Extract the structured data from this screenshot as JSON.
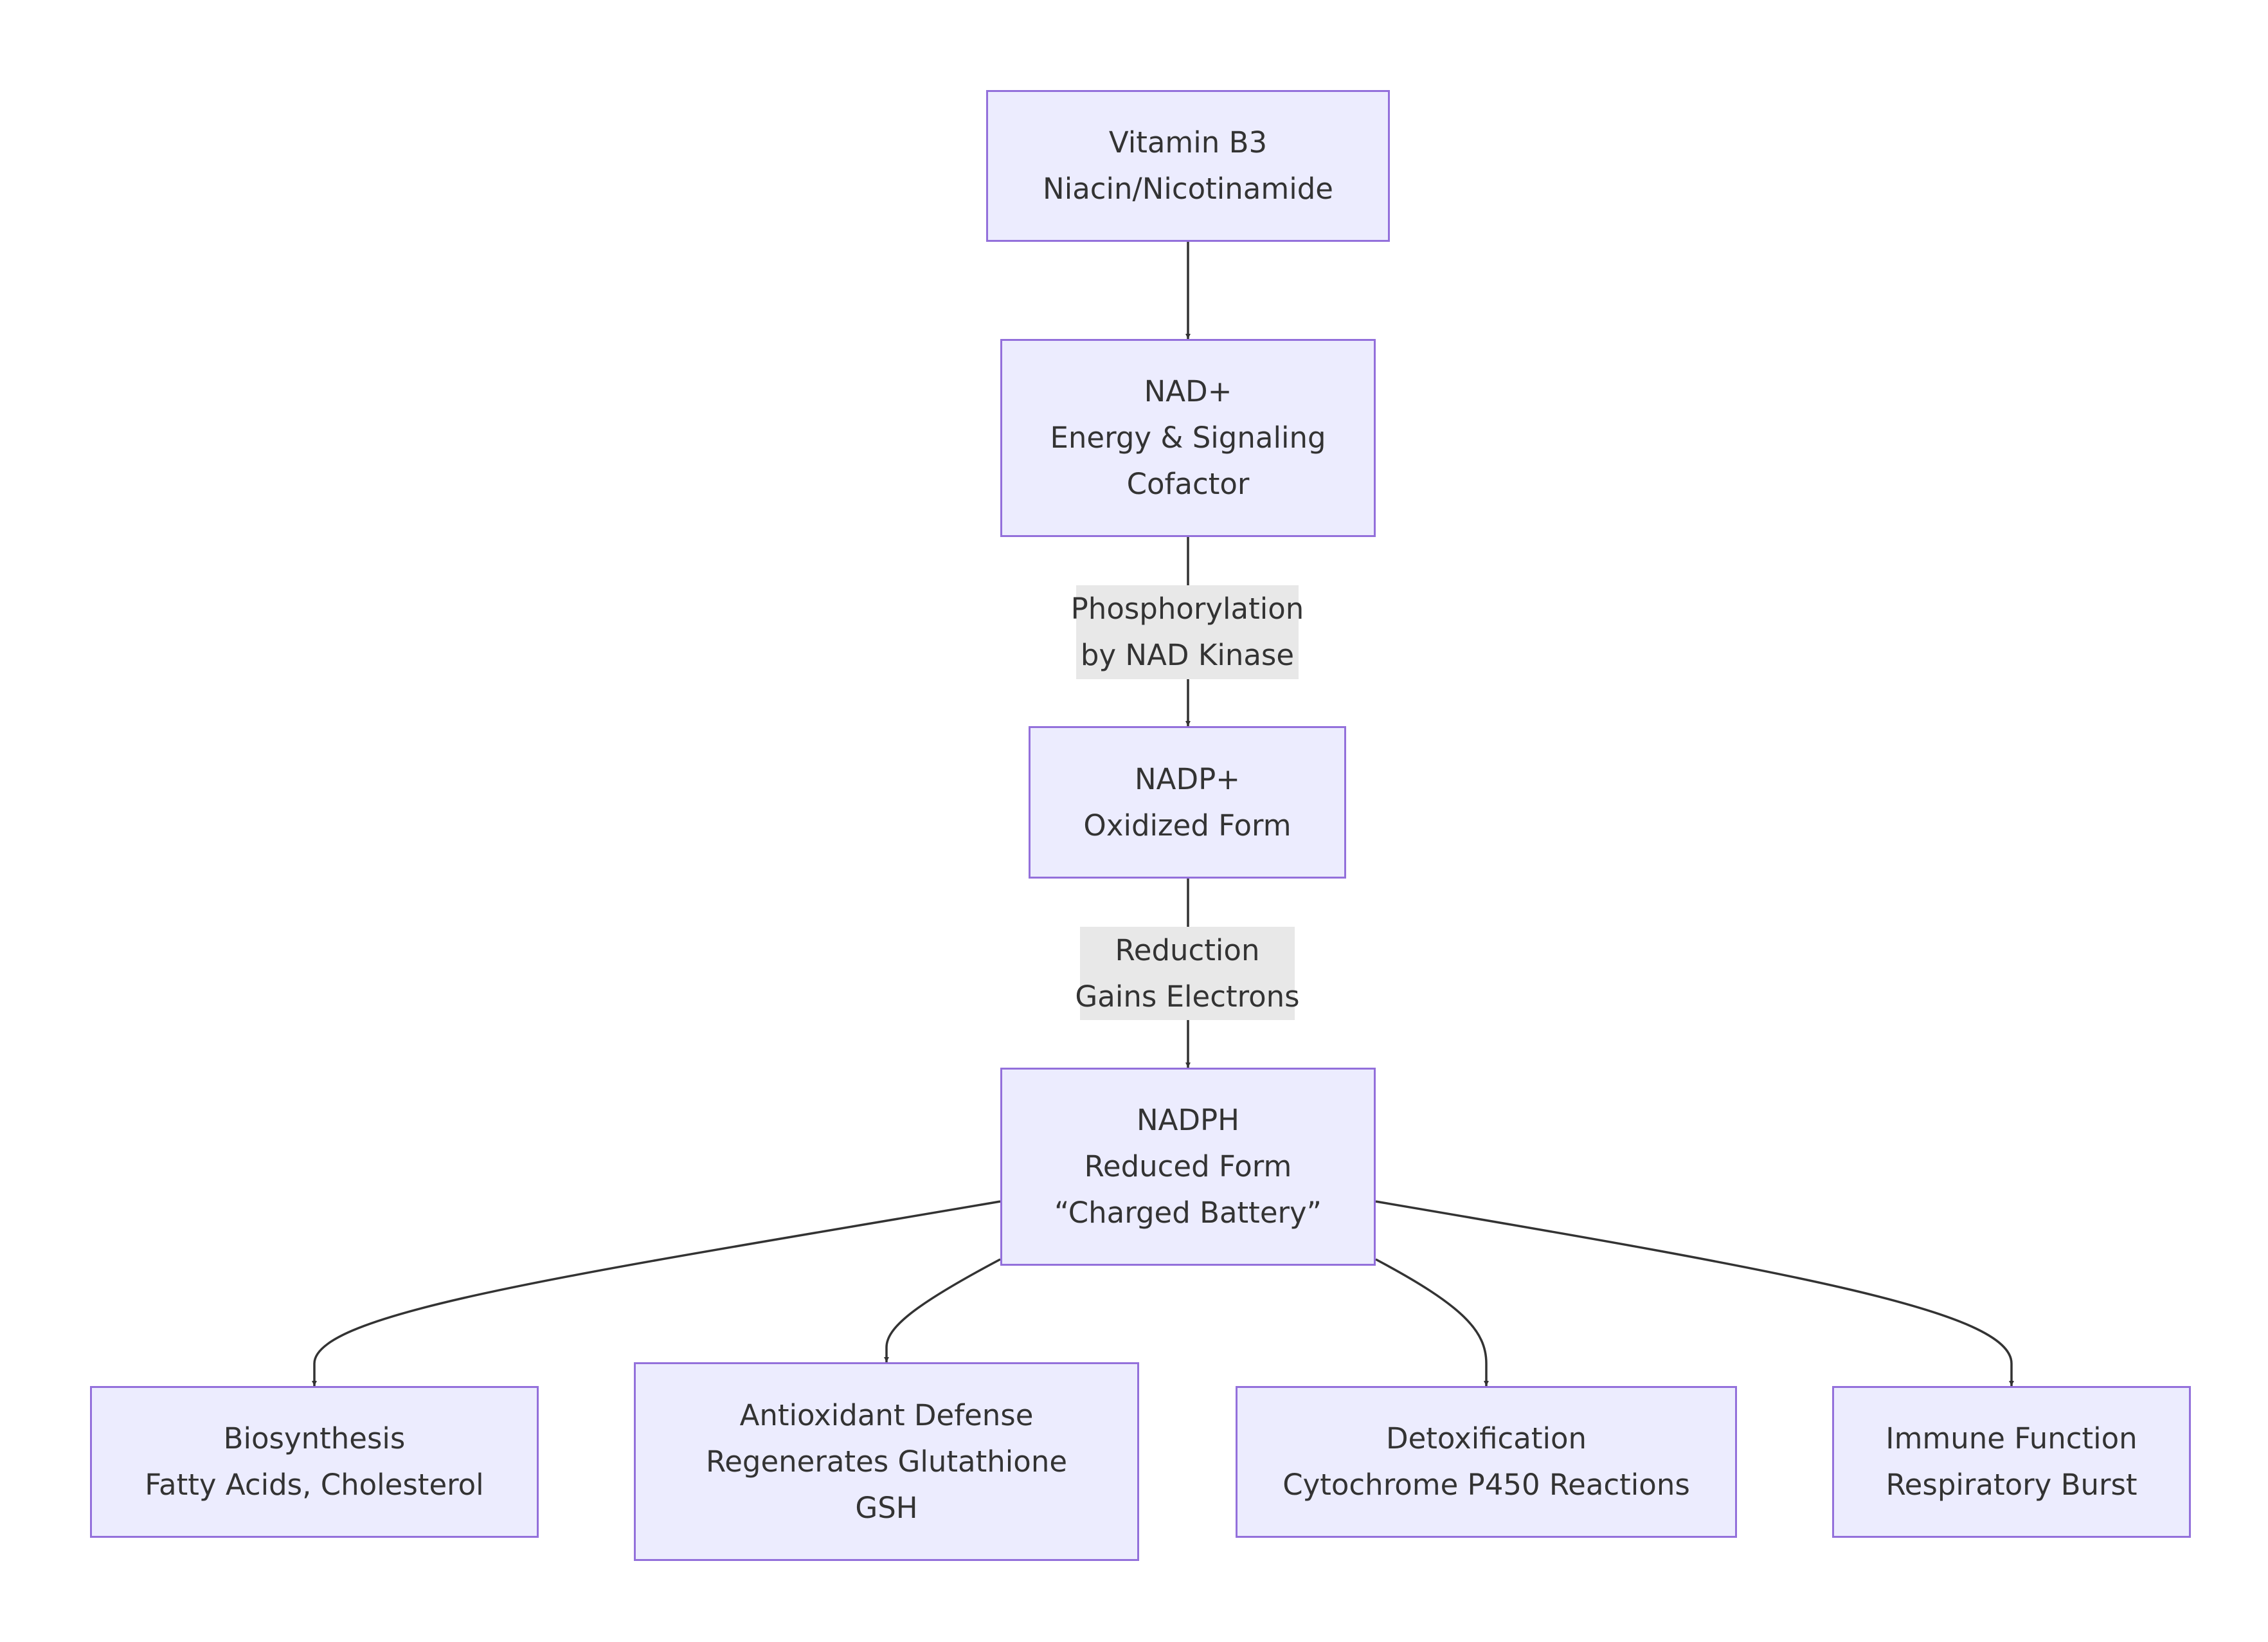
{
  "colors": {
    "node_fill": "#ececfe",
    "node_border": "#9370db",
    "edge": "#333333",
    "edge_label_bg": "#e8e8e8",
    "text": "#333333"
  },
  "nodes": {
    "vitamin_b3": {
      "line1": "Vitamin B3",
      "line2": "Niacin/Nicotinamide"
    },
    "nad_plus": {
      "line1": "NAD+",
      "line2": "Energy & Signaling",
      "line3": "Cofactor"
    },
    "nadp_plus": {
      "line1": "NADP+",
      "line2": "Oxidized Form"
    },
    "nadph": {
      "line1": "NADPH",
      "line2": "Reduced Form",
      "line3": "“Charged Battery”"
    },
    "biosynthesis": {
      "line1": "Biosynthesis",
      "line2": "Fatty Acids, Cholesterol"
    },
    "antioxidant": {
      "line1": "Antioxidant Defense",
      "line2": "Regenerates Glutathione",
      "line3": "GSH"
    },
    "detoxification": {
      "line1": "Detoxification",
      "line2": "Cytochrome P450 Reactions"
    },
    "immune": {
      "line1": "Immune Function",
      "line2": "Respiratory Burst"
    }
  },
  "edge_labels": {
    "phosphorylation": {
      "line1": "Phosphorylation",
      "line2": "by NAD Kinase"
    },
    "reduction": {
      "line1": "Reduction",
      "line2": "Gains Electrons"
    }
  }
}
